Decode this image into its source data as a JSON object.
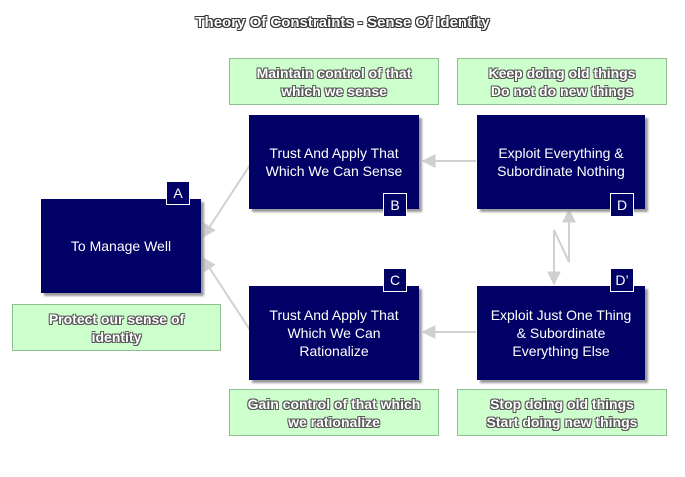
{
  "title": "Theory Of Constraints  - Sense Of Identity",
  "boxes": {
    "a": {
      "label": "To Manage Well",
      "tag": "A"
    },
    "b": {
      "label": "Trust And Apply That Which We Can Sense",
      "tag": "B"
    },
    "c": {
      "label": "Trust And Apply That Which We Can Rationalize",
      "tag": "C"
    },
    "d": {
      "label": "Exploit Everything  & Subordinate Nothing",
      "tag": "D"
    },
    "d_prime": {
      "label": "Exploit Just One Thing & Subordinate Everything  Else",
      "tag": "D’"
    }
  },
  "notes": {
    "b": "Maintain control of that\nwhich we sense",
    "d": "Keep doing old things\nDo not do new things",
    "a": "Protect our sense of\nidentity",
    "c": "Gain control  of that which\nwe rationalize",
    "d_prime": "Stop doing old things\nStart doing new things"
  },
  "colors": {
    "box_fill": "#000066",
    "note_fill": "#ccffcc",
    "arrow": "#d0d0d0"
  }
}
